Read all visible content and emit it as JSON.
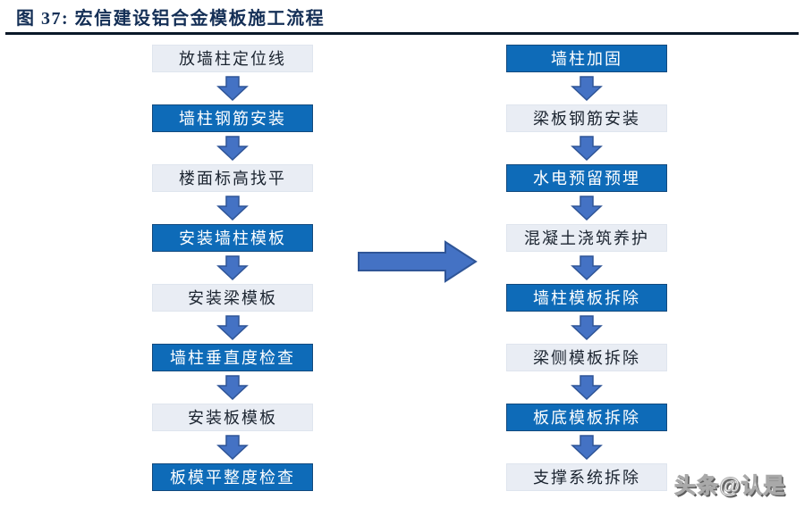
{
  "title": {
    "text": "图 37: 宏信建设铝合金模板施工流程"
  },
  "colors": {
    "title": "#142f56",
    "rule": "#0a1828",
    "box_blue_fill": "#0e6bb8",
    "box_blue_border": "#11497e",
    "box_gray_fill": "#e9edf4",
    "box_gray_border": "#dfe5ee",
    "box_text_dark": "#1b2430",
    "box_text_light": "#ffffff",
    "arrow_fill": "#4472c4",
    "arrow_stroke": "#2f5597"
  },
  "flow": {
    "left_steps": [
      {
        "label": "放墙柱定位线",
        "variant": "gray"
      },
      {
        "label": "墙柱钢筋安装",
        "variant": "blue"
      },
      {
        "label": "楼面标高找平",
        "variant": "gray"
      },
      {
        "label": "安装墙柱模板",
        "variant": "blue"
      },
      {
        "label": "安装梁模板",
        "variant": "gray"
      },
      {
        "label": "墙柱垂直度检查",
        "variant": "blue"
      },
      {
        "label": "安装板模板",
        "variant": "gray"
      },
      {
        "label": "板模平整度检查",
        "variant": "blue"
      }
    ],
    "right_steps": [
      {
        "label": "墙柱加固",
        "variant": "blue"
      },
      {
        "label": "梁板钢筋安装",
        "variant": "gray"
      },
      {
        "label": "水电预留预埋",
        "variant": "blue"
      },
      {
        "label": "混凝土浇筑养护",
        "variant": "gray"
      },
      {
        "label": "墙柱模板拆除",
        "variant": "blue"
      },
      {
        "label": "梁侧模板拆除",
        "variant": "gray"
      },
      {
        "label": "板底模板拆除",
        "variant": "blue"
      },
      {
        "label": "支撑系统拆除",
        "variant": "gray"
      }
    ]
  },
  "watermark": "头条@认是"
}
